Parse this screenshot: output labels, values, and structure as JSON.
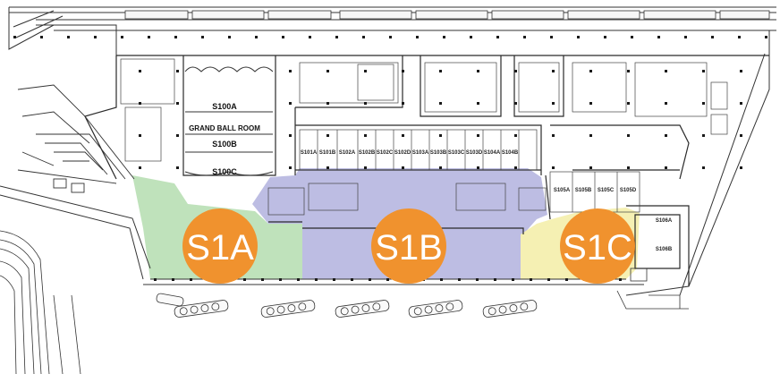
{
  "rooms": {
    "s100a": "S100A",
    "grand_ball_room": "GRAND BALL ROOM",
    "s100b": "S100B",
    "s100c": "S100C"
  },
  "small_rooms": [
    "S101A",
    "S101B",
    "S102A",
    "S102B",
    "S102C",
    "S102D",
    "S103A",
    "S103B",
    "S103C",
    "S103D",
    "S104A",
    "S104B",
    "S105A",
    "S105B",
    "S105C",
    "S105D",
    "S106A",
    "S106B"
  ],
  "zones": [
    {
      "label": "S1A",
      "color": "#b8dfb4",
      "badge": "#f0922e"
    },
    {
      "label": "S1B",
      "color": "#b9b9e2",
      "badge": "#f0922e"
    },
    {
      "label": "S1C",
      "color": "#f5f0b3",
      "badge": "#f0922e"
    }
  ]
}
